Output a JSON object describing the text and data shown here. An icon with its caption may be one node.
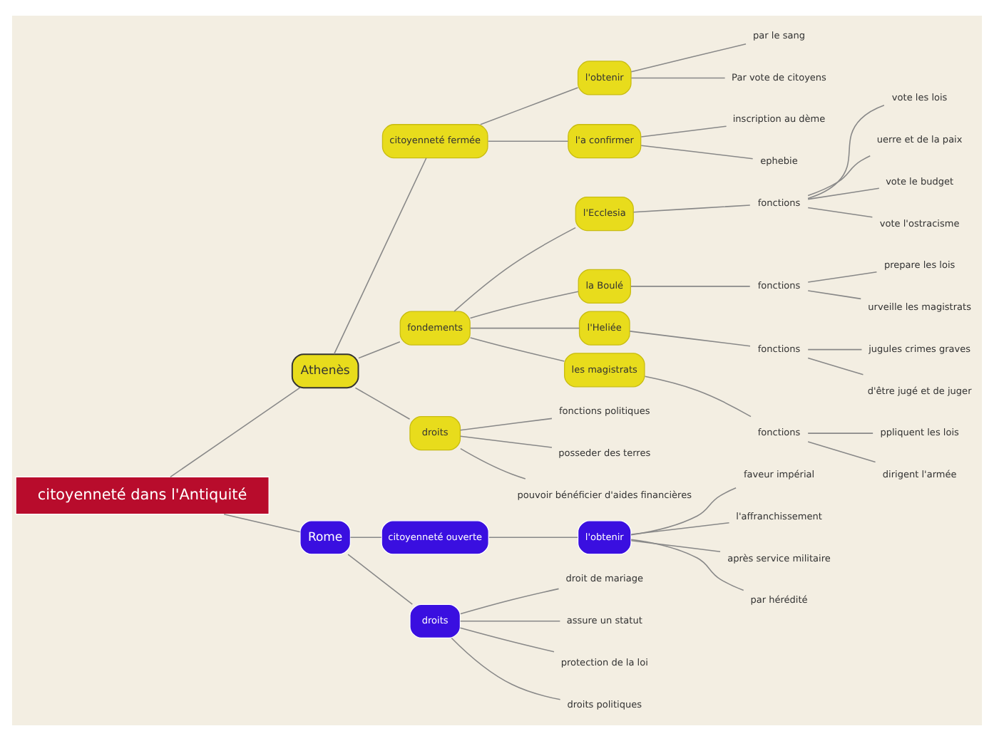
{
  "diagram": {
    "nodes": [
      {
        "text": [
          "citoyenneté dans l'Antiquité"
        ]
      },
      {
        "text": [
          "Athenès"
        ]
      },
      {
        "text": [
          "citoyenneté fermée"
        ]
      },
      {
        "text": [
          "l'obtenir"
        ]
      },
      {
        "text": [
          "par le sang"
        ]
      },
      {
        "text": [
          "Par vote de citoyens"
        ]
      },
      {
        "text": [
          "l'a confirmer"
        ]
      },
      {
        "text": [
          "inscription au dème"
        ]
      },
      {
        "text": [
          "ephebie"
        ]
      },
      {
        "text": [
          "fondements"
        ]
      },
      {
        "text": [
          "l'Ecclesia"
        ]
      },
      {
        "text": [
          "fonctions"
        ]
      },
      {
        "text": [
          "vote les lois"
        ]
      },
      {
        "text": [
          "uerre et de la paix"
        ]
      },
      {
        "text": [
          "vote le budget"
        ]
      },
      {
        "text": [
          "vote l'ostracisme"
        ]
      },
      {
        "text": [
          "la Boulé"
        ]
      },
      {
        "text": [
          "fonctions"
        ]
      },
      {
        "text": [
          "prepare les lois"
        ]
      },
      {
        "text": [
          "urveille les magistrats"
        ]
      },
      {
        "text": [
          "l'Heliée"
        ]
      },
      {
        "text": [
          "fonctions"
        ]
      },
      {
        "text": [
          "jugules crimes graves"
        ]
      },
      {
        "text": [
          "d'être jugé et de juger"
        ]
      },
      {
        "text": [
          "les magistrats"
        ]
      },
      {
        "text": [
          "fonctions"
        ]
      },
      {
        "text": [
          "ppliquent les lois"
        ]
      },
      {
        "text": [
          "dirigent l'armée"
        ]
      },
      {
        "text": [
          "droits"
        ]
      },
      {
        "text": [
          "fonctions politiques"
        ]
      },
      {
        "text": [
          "posseder des terres"
        ]
      },
      {
        "text": [
          "pouvoir bénéficier d'aides financières"
        ]
      },
      {
        "text": [
          "Rome"
        ]
      },
      {
        "text": [
          "citoyenneté ouverte"
        ]
      },
      {
        "text": [
          "l'obtenir"
        ]
      },
      {
        "text": [
          "faveur impérial"
        ]
      },
      {
        "text": [
          "l'affranchissement"
        ]
      },
      {
        "text": [
          "après service militaire"
        ]
      },
      {
        "text": [
          "par hérédité"
        ]
      },
      {
        "text": [
          "droits"
        ]
      },
      {
        "text": [
          "droit de mariage"
        ]
      },
      {
        "text": [
          "assure un statut"
        ]
      },
      {
        "text": [
          "protection de la loi"
        ]
      },
      {
        "text": [
          "droits politiques"
        ]
      }
    ],
    "edges": [
      {
        "from": 0,
        "to": 1,
        "arrow": "none"
      },
      {
        "from": 1,
        "to": 2,
        "arrow": "none"
      },
      {
        "from": 2,
        "to": 3,
        "arrow": "none"
      },
      {
        "from": 3,
        "to": 4,
        "arrow": "none"
      },
      {
        "from": 3,
        "to": 5,
        "arrow": "none"
      },
      {
        "from": 2,
        "to": 6,
        "arrow": "none"
      },
      {
        "from": 6,
        "to": 7,
        "arrow": "none"
      },
      {
        "from": 6,
        "to": 8,
        "arrow": "none"
      },
      {
        "from": 1,
        "to": 9,
        "arrow": "none"
      },
      {
        "from": 9,
        "to": 10,
        "arrow": "none"
      },
      {
        "from": 10,
        "to": 11,
        "arrow": "none"
      },
      {
        "from": 11,
        "to": 12,
        "arrow": "none"
      },
      {
        "from": 11,
        "to": 13,
        "arrow": "none"
      },
      {
        "from": 11,
        "to": 14,
        "arrow": "none"
      },
      {
        "from": 11,
        "to": 15,
        "arrow": "none"
      },
      {
        "from": 9,
        "to": 16,
        "arrow": "none"
      },
      {
        "from": 16,
        "to": 17,
        "arrow": "none"
      },
      {
        "from": 17,
        "to": 18,
        "arrow": "none"
      },
      {
        "from": 17,
        "to": 19,
        "arrow": "none"
      },
      {
        "from": 9,
        "to": 20,
        "arrow": "none"
      },
      {
        "from": 20,
        "to": 21,
        "arrow": "none"
      },
      {
        "from": 21,
        "to": 22,
        "arrow": "none"
      },
      {
        "from": 21,
        "to": 23,
        "arrow": "none"
      },
      {
        "from": 9,
        "to": 24,
        "arrow": "none"
      },
      {
        "from": 24,
        "to": 25,
        "arrow": "none"
      },
      {
        "from": 25,
        "to": 26,
        "arrow": "none"
      },
      {
        "from": 25,
        "to": 27,
        "arrow": "none"
      },
      {
        "from": 1,
        "to": 28,
        "arrow": "none"
      },
      {
        "from": 28,
        "to": 29,
        "arrow": "none"
      },
      {
        "from": 28,
        "to": 30,
        "arrow": "none"
      },
      {
        "from": 28,
        "to": 31,
        "arrow": "none"
      },
      {
        "from": 0,
        "to": 32,
        "arrow": "none"
      },
      {
        "from": 32,
        "to": 33,
        "arrow": "none"
      },
      {
        "from": 33,
        "to": 34,
        "arrow": "none"
      },
      {
        "from": 34,
        "to": 35,
        "arrow": "none"
      },
      {
        "from": 34,
        "to": 36,
        "arrow": "none"
      },
      {
        "from": 34,
        "to": 37,
        "arrow": "none"
      },
      {
        "from": 34,
        "to": 38,
        "arrow": "none"
      },
      {
        "from": 32,
        "to": 39,
        "arrow": "none"
      },
      {
        "from": 39,
        "to": 40,
        "arrow": "none"
      },
      {
        "from": 39,
        "to": 41,
        "arrow": "none"
      },
      {
        "from": 39,
        "to": 42,
        "arrow": "none"
      },
      {
        "from": 39,
        "to": 43,
        "arrow": "none"
      }
    ]
  }
}
